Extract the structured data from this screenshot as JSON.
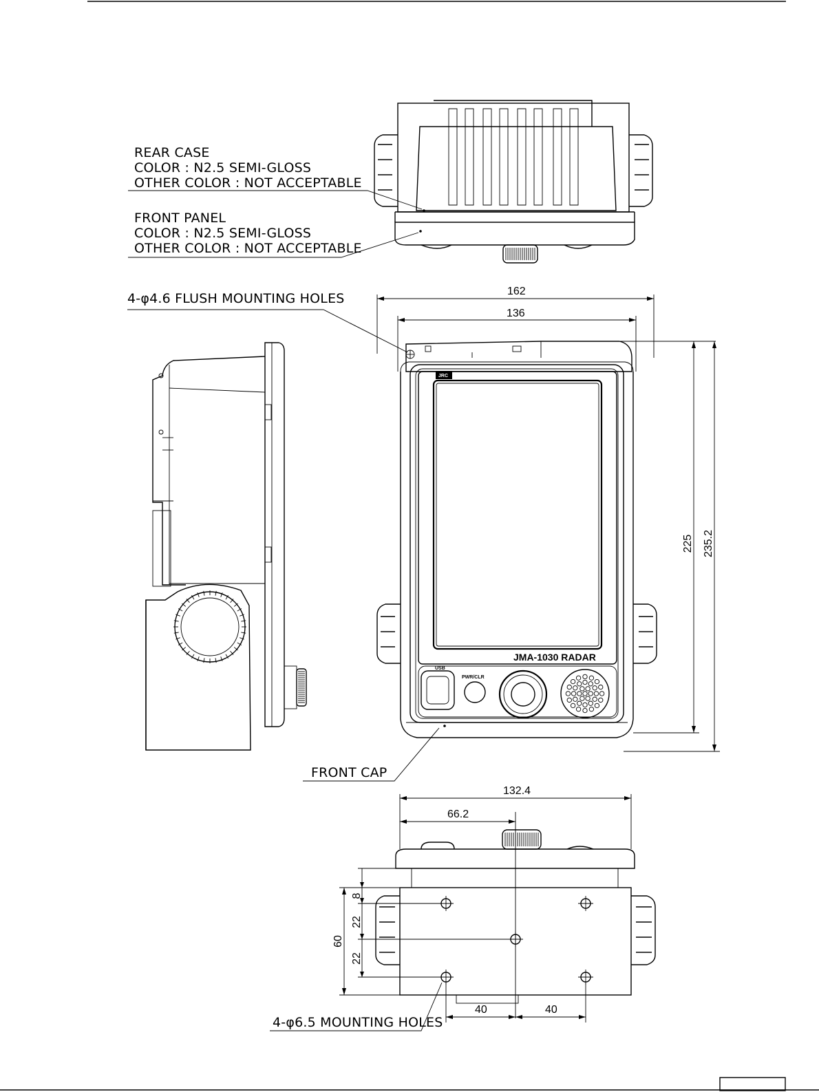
{
  "labels": {
    "rear_case": [
      "REAR CASE",
      "COLOR : N2.5 SEMI-GLOSS",
      "OTHER COLOR : NOT ACCEPTABLE"
    ],
    "front_panel": [
      "FRONT PANEL",
      "COLOR : N2.5 SEMI-GLOSS",
      "OTHER COLOR : NOT ACCEPTABLE"
    ],
    "flush_holes": "4-φ4.6 FLUSH MOUNTING HOLES",
    "front_cap": "FRONT CAP",
    "mounting_holes": "4-φ6.5 MOUNTING HOLES"
  },
  "dimensions": {
    "width_overall": "162",
    "width_inner": "136",
    "height_inner": "225",
    "height_overall": "235.2",
    "bottom_width": "132.4",
    "bottom_half": "66.2",
    "depth": "60",
    "offset_8": "8",
    "spacing_22a": "22",
    "spacing_22b": "22",
    "hole_40a": "40",
    "hole_40b": "40"
  },
  "device": {
    "brand": "JRC",
    "model": "JMA-1030 RADAR",
    "power_button": "PWR/CLR",
    "usb_label": "USB"
  },
  "colors": {
    "line": "#000000",
    "background": "#ffffff"
  }
}
